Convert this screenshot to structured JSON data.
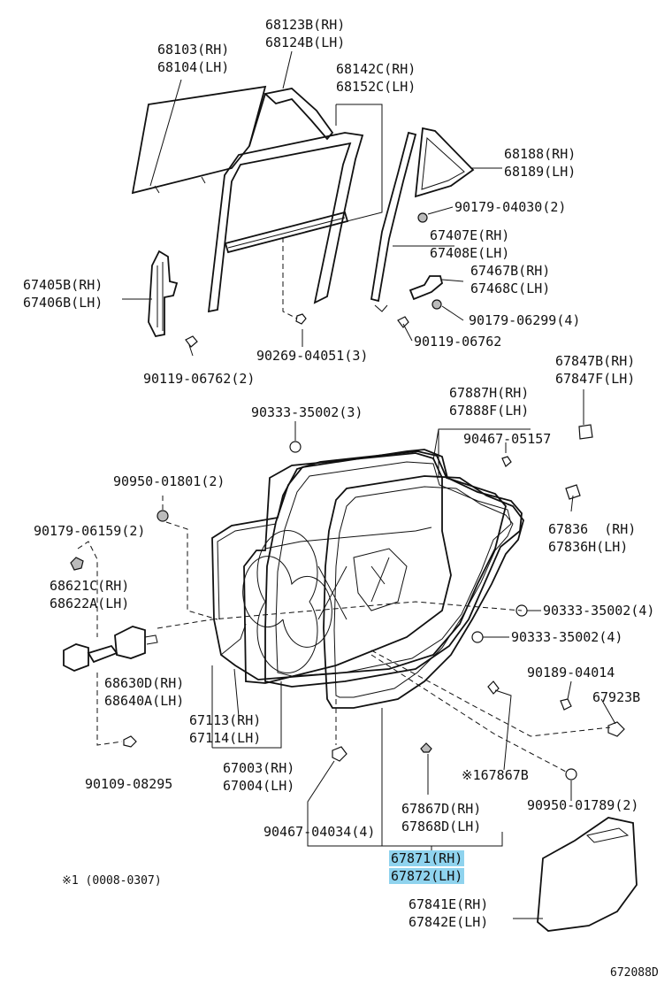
{
  "callouts": [
    {
      "id": "glass",
      "lines": [
        "68103(RH)",
        "68104(LH)"
      ]
    },
    {
      "id": "channel-rh",
      "lines": [
        "68123B(RH)",
        "68124B(LH)"
      ]
    },
    {
      "id": "weatherstrip-c",
      "lines": [
        "68142C(RH)",
        "68152C(LH)"
      ]
    },
    {
      "id": "quarter-glass",
      "lines": [
        "68188(RH)",
        "68189(LH)"
      ]
    },
    {
      "id": "nut-04030",
      "lines": [
        "90179-04030(2)"
      ]
    },
    {
      "id": "run-e",
      "lines": [
        "67407E(RH)",
        "67408E(LH)"
      ]
    },
    {
      "id": "bracket-b",
      "lines": [
        "67467B(RH)",
        "67468C(LH)"
      ]
    },
    {
      "id": "nut-06299",
      "lines": [
        "90179-06299(4)"
      ]
    },
    {
      "id": "bolt-06762-r",
      "lines": [
        "90119-06762"
      ]
    },
    {
      "id": "run-b",
      "lines": [
        "67405B(RH)",
        "67406B(LH)"
      ]
    },
    {
      "id": "clip-04051",
      "lines": [
        "90269-04051(3)"
      ]
    },
    {
      "id": "bolt-06762-l",
      "lines": [
        "90119-06762(2)"
      ]
    },
    {
      "id": "cover-b",
      "lines": [
        "67847B(RH)",
        "67847F(LH)"
      ]
    },
    {
      "id": "hole-plug-3",
      "lines": [
        "90333-35002(3)"
      ]
    },
    {
      "id": "weatherstrip-h",
      "lines": [
        "67887H(RH)",
        "67888F(LH)"
      ]
    },
    {
      "id": "clip-05157",
      "lines": [
        "90467-05157"
      ]
    },
    {
      "id": "nut-01801",
      "lines": [
        "90950-01801(2)"
      ]
    },
    {
      "id": "nut-06159",
      "lines": [
        "90179-06159(2)"
      ]
    },
    {
      "id": "check-c",
      "lines": [
        "68621C(RH)",
        "68622A(LH)"
      ]
    },
    {
      "id": "cover-67836",
      "lines": [
        "67836  (RH)",
        "67836H(LH)"
      ]
    },
    {
      "id": "hole-plug-4a",
      "lines": [
        "90333-35002(4)"
      ]
    },
    {
      "id": "hole-plug-4b",
      "lines": [
        "90333-35002(4)"
      ]
    },
    {
      "id": "hinge-d",
      "lines": [
        "68630D(RH)",
        "68640A(LH)"
      ]
    },
    {
      "id": "screw-04014",
      "lines": [
        "90189-04014"
      ]
    },
    {
      "id": "bracket-923b",
      "lines": [
        "67923B"
      ]
    },
    {
      "id": "weatherstrip-113",
      "lines": [
        "67113(RH)",
        "67114(LH)"
      ]
    },
    {
      "id": "door-panel",
      "lines": [
        "67003(RH)",
        "67004(LH)"
      ]
    },
    {
      "id": "bolt-08295",
      "lines": [
        "90109-08295"
      ]
    },
    {
      "id": "note-867b",
      "lines": [
        "※167867B"
      ]
    },
    {
      "id": "clip-01789",
      "lines": [
        "90950-01789(2)"
      ]
    },
    {
      "id": "clip-04034",
      "lines": [
        "90467-04034(4)"
      ]
    },
    {
      "id": "moulding-d",
      "lines": [
        "67867D(RH)",
        "67868D(LH)"
      ]
    },
    {
      "id": "board-871",
      "lines": [
        "67871(RH)",
        "67872(LH)"
      ],
      "highlighted": true
    },
    {
      "id": "trim-e",
      "lines": [
        "67841E(RH)",
        "67842E(LH)"
      ]
    }
  ],
  "footnote": "※1 (0008-0307)",
  "figure_id": "672088D",
  "highlight_color": "#8fd3ee"
}
